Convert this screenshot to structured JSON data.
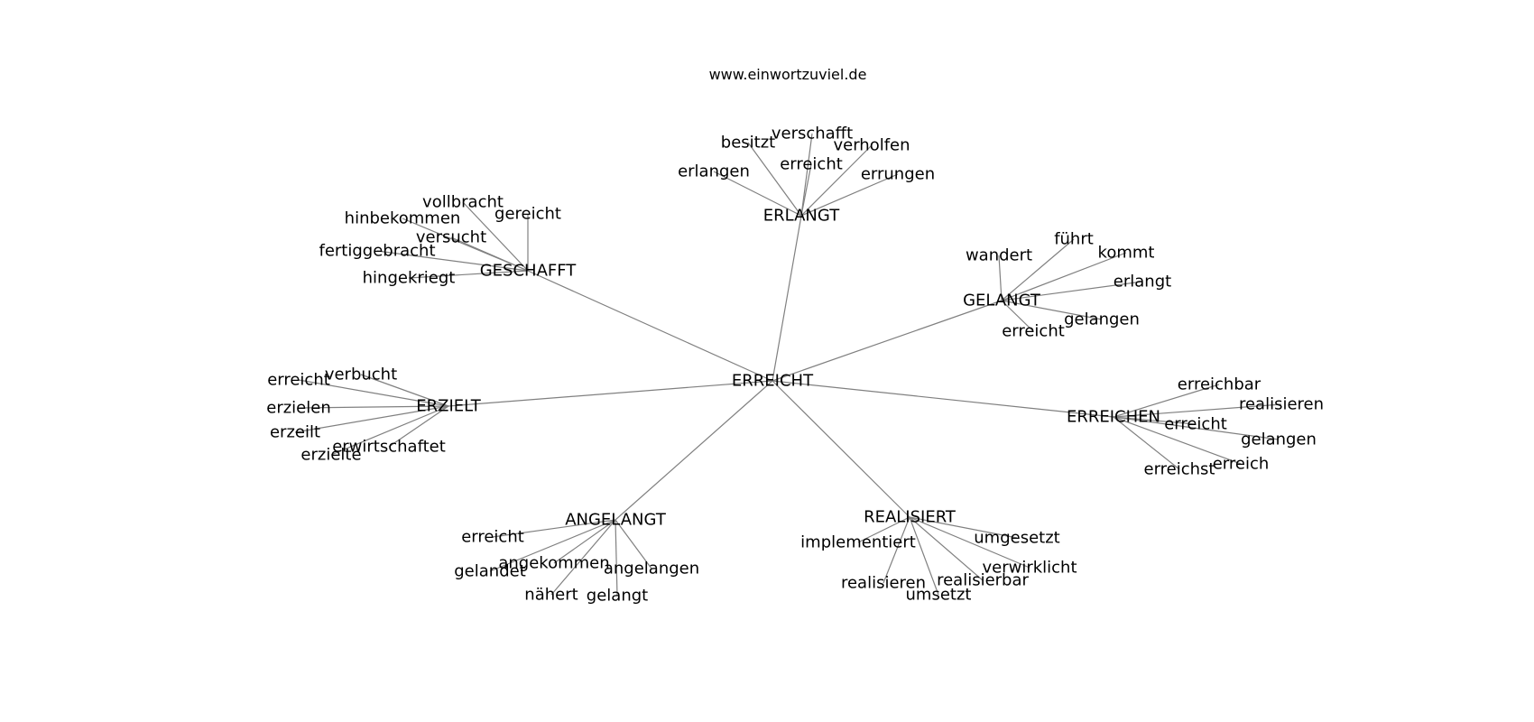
{
  "header": {
    "site": "www.einwortzuviel.de"
  },
  "graph": {
    "root": "ERREICHT",
    "groups": [
      {
        "hub": "ERLANGT",
        "leaves": [
          "besitzt",
          "verschafft",
          "verholfen",
          "erlangen",
          "erreicht",
          "errungen"
        ]
      },
      {
        "hub": "GESCHAFFT",
        "leaves": [
          "vollbracht",
          "hinbekommen",
          "gereicht",
          "versucht",
          "fertiggebracht",
          "hingekriegt"
        ]
      },
      {
        "hub": "GELANGT",
        "leaves": [
          "führt",
          "wandert",
          "kommt",
          "erlangt",
          "gelangen",
          "erreicht"
        ]
      },
      {
        "hub": "ERZIELT",
        "leaves": [
          "verbucht",
          "erreicht",
          "erzielen",
          "erzeilt",
          "erwirtschaftet",
          "erzielte"
        ]
      },
      {
        "hub": "ERREICHEN",
        "leaves": [
          "erreichbar",
          "realisieren",
          "erreicht",
          "gelangen",
          "erreich",
          "erreichst"
        ]
      },
      {
        "hub": "ANGELANGT",
        "leaves": [
          "erreicht",
          "angekommen",
          "angelangen",
          "gelandet",
          "nähert",
          "gelangt"
        ]
      },
      {
        "hub": "REALISIERT",
        "leaves": [
          "implementiert",
          "umgesetzt",
          "verwirklicht",
          "realisierbar",
          "realisieren",
          "umsetzt"
        ]
      }
    ]
  }
}
